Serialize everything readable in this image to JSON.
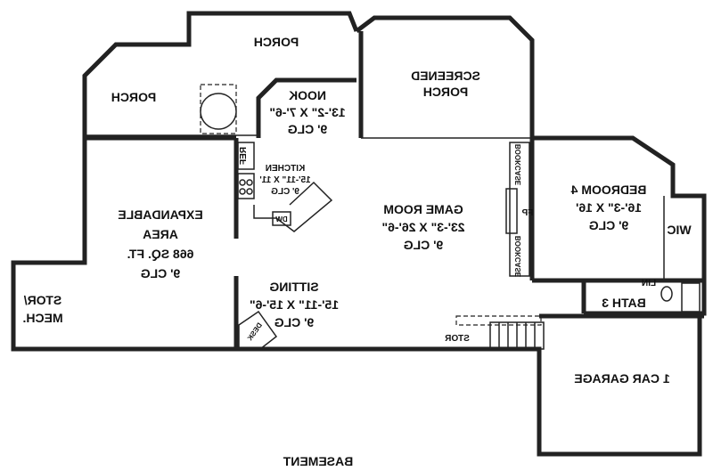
{
  "title": "BASEMENT",
  "rooms": {
    "porch_top": {
      "name": "PORCH"
    },
    "porch_left": {
      "name": "PORCH"
    },
    "nook": {
      "name": "NOOK",
      "size": "13'-2\" X 7'-6\"",
      "ceiling": "9' CLG"
    },
    "screened_porch": {
      "line1": "SCREENED",
      "line2": "PORCH"
    },
    "kitchen": {
      "name": "KITCHEN",
      "size": "15'-11\" X 11'",
      "ceiling": "9' CLG",
      "ref": "REF",
      "dw": "DW"
    },
    "game_room": {
      "name": "GAME ROOM",
      "size": "23'-3\" X 26'-6\"",
      "ceiling": "9' CLG",
      "bookcase": "BOOKCASE",
      "fireplace": "FP"
    },
    "bedroom4": {
      "name": "BEDROOM 4",
      "size": "16'-3\" X 16'",
      "ceiling": "9' CLG",
      "wic": "WIC",
      "lin": "LIN"
    },
    "bath3": {
      "name": "BATH 3"
    },
    "expandable": {
      "line1": "EXPANDABLE",
      "line2": "AREA",
      "line3": "668 SQ. FT.",
      "ceiling": "9' CLG"
    },
    "stor_mech": {
      "line1": "STOR/",
      "line2": "MECH."
    },
    "sitting": {
      "name": "SITTING",
      "size": "15'-11\" X 15'-6\"",
      "ceiling": "9' CLG",
      "desk": "DESK"
    },
    "stor": {
      "name": "STOR"
    },
    "garage": {
      "name": "1 CAR GARAGE"
    }
  }
}
